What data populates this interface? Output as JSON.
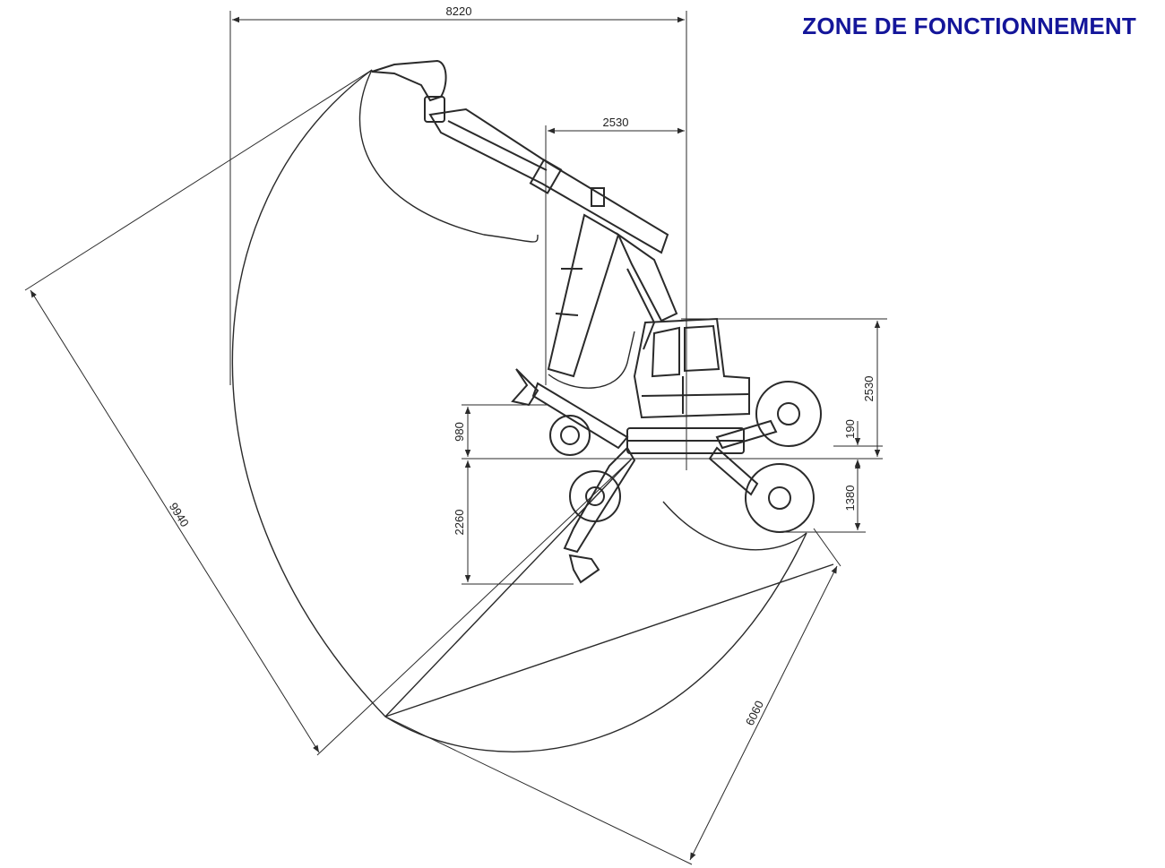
{
  "title": "ZONE DE FONCTIONNEMENT",
  "colors": {
    "title": "#14169a",
    "line": "#2a2a2a"
  },
  "dimensions": {
    "d8220": "8220",
    "d2530_top": "2530",
    "d2530_right": "2530",
    "d980": "980",
    "d190": "190",
    "d2260": "2260",
    "d1380": "1380",
    "d9940": "9940",
    "d6060": "6060"
  }
}
